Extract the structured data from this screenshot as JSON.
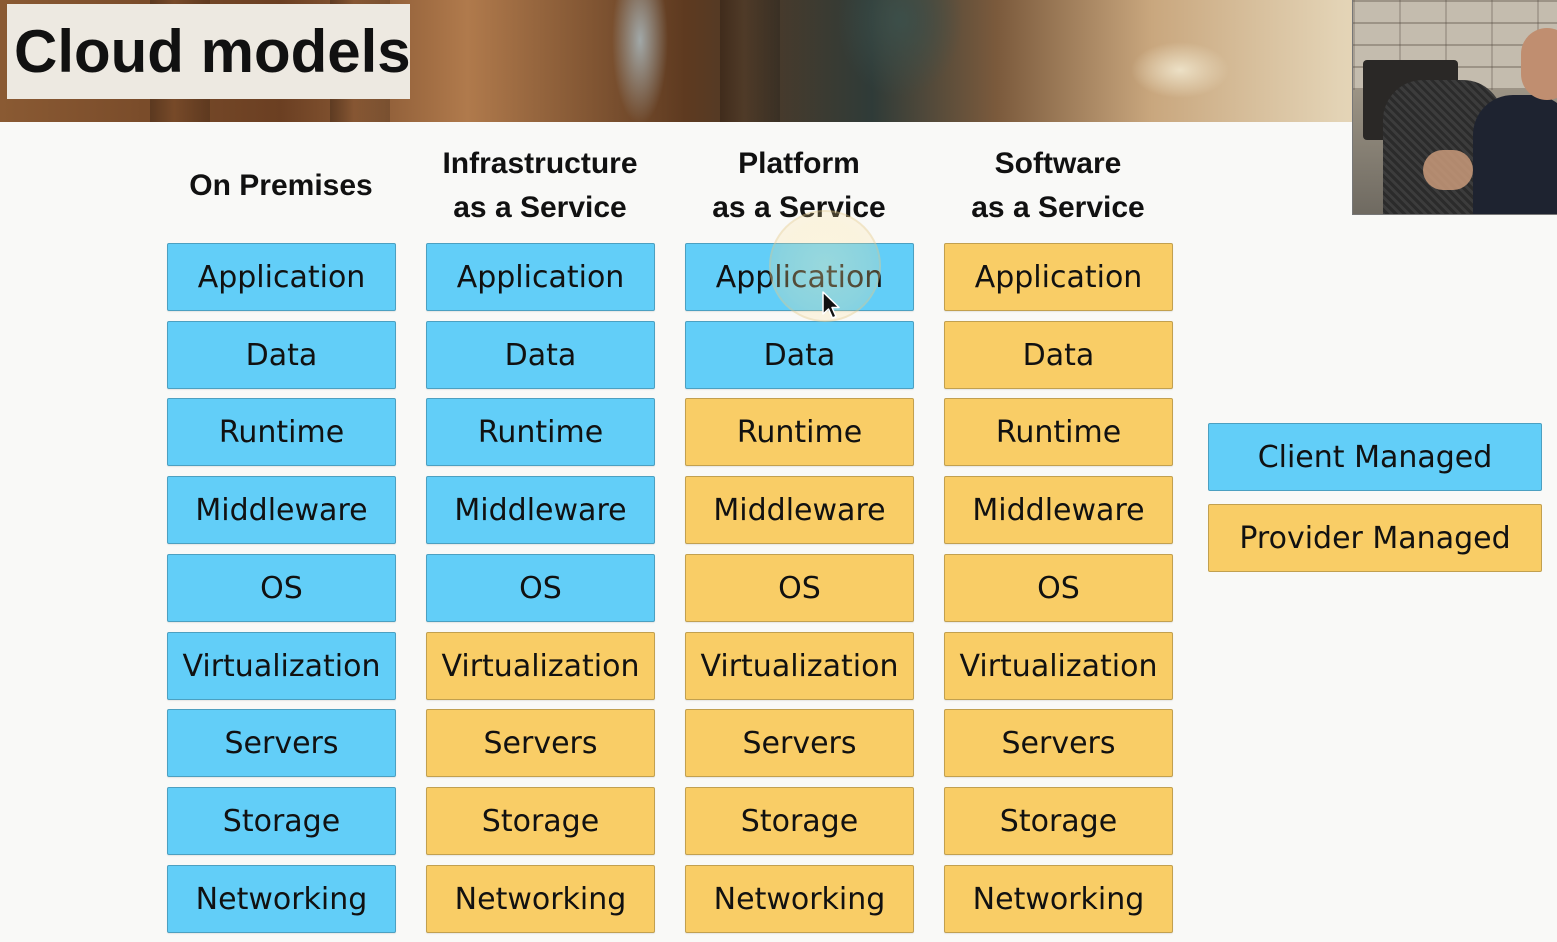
{
  "slide": {
    "title": "Cloud models"
  },
  "colors": {
    "client_managed": "#62cef8",
    "provider_managed": "#f9cd66"
  },
  "columns": [
    {
      "header_lines": [
        "On Premises"
      ],
      "layers": [
        {
          "label": "Application",
          "managed_by": "client"
        },
        {
          "label": "Data",
          "managed_by": "client"
        },
        {
          "label": "Runtime",
          "managed_by": "client"
        },
        {
          "label": "Middleware",
          "managed_by": "client"
        },
        {
          "label": "OS",
          "managed_by": "client"
        },
        {
          "label": "Virtualization",
          "managed_by": "client"
        },
        {
          "label": "Servers",
          "managed_by": "client"
        },
        {
          "label": "Storage",
          "managed_by": "client"
        },
        {
          "label": "Networking",
          "managed_by": "client"
        }
      ]
    },
    {
      "header_lines": [
        "Infrastructure",
        "as a Service"
      ],
      "layers": [
        {
          "label": "Application",
          "managed_by": "client"
        },
        {
          "label": "Data",
          "managed_by": "client"
        },
        {
          "label": "Runtime",
          "managed_by": "client"
        },
        {
          "label": "Middleware",
          "managed_by": "client"
        },
        {
          "label": "OS",
          "managed_by": "client"
        },
        {
          "label": "Virtualization",
          "managed_by": "provider"
        },
        {
          "label": "Servers",
          "managed_by": "provider"
        },
        {
          "label": "Storage",
          "managed_by": "provider"
        },
        {
          "label": "Networking",
          "managed_by": "provider"
        }
      ]
    },
    {
      "header_lines": [
        "Platform",
        "as a Service"
      ],
      "layers": [
        {
          "label": "Application",
          "managed_by": "client"
        },
        {
          "label": "Data",
          "managed_by": "client"
        },
        {
          "label": "Runtime",
          "managed_by": "provider"
        },
        {
          "label": "Middleware",
          "managed_by": "provider"
        },
        {
          "label": "OS",
          "managed_by": "provider"
        },
        {
          "label": "Virtualization",
          "managed_by": "provider"
        },
        {
          "label": "Servers",
          "managed_by": "provider"
        },
        {
          "label": "Storage",
          "managed_by": "provider"
        },
        {
          "label": "Networking",
          "managed_by": "provider"
        }
      ]
    },
    {
      "header_lines": [
        "Software",
        "as a Service"
      ],
      "layers": [
        {
          "label": "Application",
          "managed_by": "provider"
        },
        {
          "label": "Data",
          "managed_by": "provider"
        },
        {
          "label": "Runtime",
          "managed_by": "provider"
        },
        {
          "label": "Middleware",
          "managed_by": "provider"
        },
        {
          "label": "OS",
          "managed_by": "provider"
        },
        {
          "label": "Virtualization",
          "managed_by": "provider"
        },
        {
          "label": "Servers",
          "managed_by": "provider"
        },
        {
          "label": "Storage",
          "managed_by": "provider"
        },
        {
          "label": "Networking",
          "managed_by": "provider"
        }
      ]
    }
  ],
  "legend": [
    {
      "label": "Client Managed",
      "managed_by": "client"
    },
    {
      "label": "Provider Managed",
      "managed_by": "provider"
    }
  ]
}
